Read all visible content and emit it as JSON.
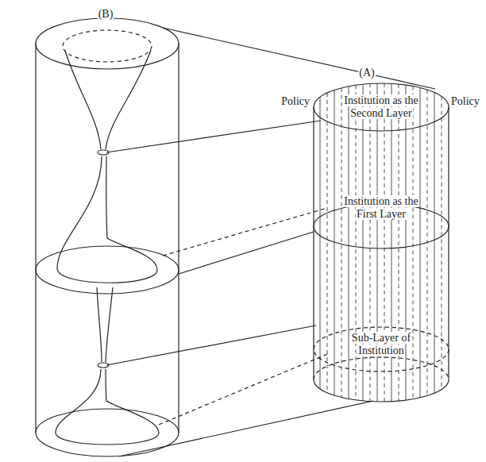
{
  "diagram": {
    "nodes": [
      {
        "text": [
          "Institution as the Second Layer"
        ]
      },
      {
        "text": [
          "Institution as the First Layer"
        ]
      },
      {
        "text": [
          "Sub-Layer of Institution"
        ]
      }
    ],
    "labels": [
      "(B)",
      "(A)",
      "Policy",
      "Policy"
    ]
  }
}
